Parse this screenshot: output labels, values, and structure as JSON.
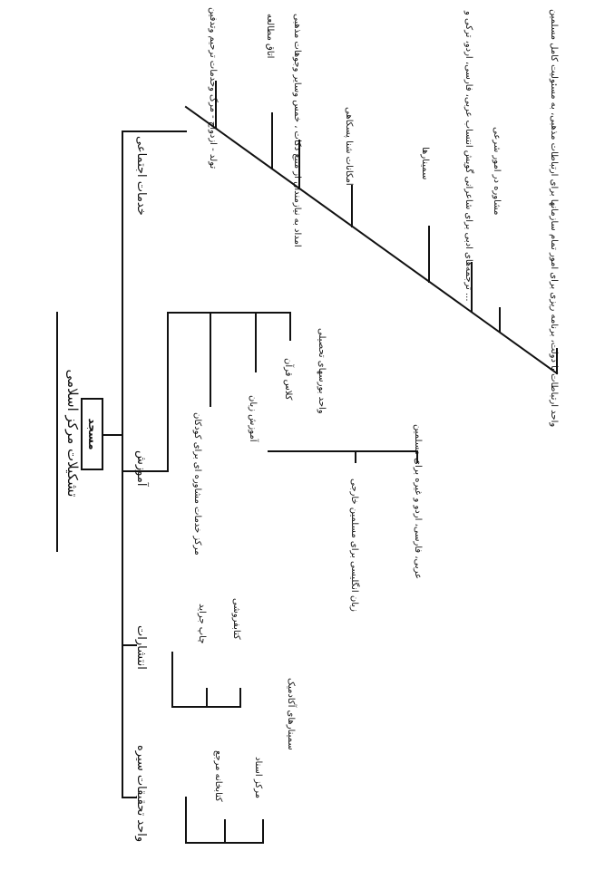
{
  "title": "تشکیلات مرکز اسلامی",
  "root": "مسجد",
  "branches": {
    "social": {
      "label": "خدمات اجتماعی",
      "items": [
        "تولد - ازدواج - مرگ وخدمات ترحیم وتدفین",
        "اتاق مطالعه",
        "امداد به نیازمندان از منبع ذکات ، خمس وسایر وجوهات مذهبی",
        "امکانات شنا پسکاهی",
        "سمینارها",
        "ترجمه‌های ادبی برای شاعرانی گویش انتساب عربی، فارسی، اردو، ترکی و ...",
        "مشاوره در امور شرعی",
        "واحد ارتباطات با دولت، برنامه ریزی برای امور تمام سازمانها برای ارتباطات مذهبی، به مسئولیت کامل مسلمین"
      ]
    },
    "education": {
      "label": "آموزش",
      "items": [
        "مرکز خدمات مشاوره ای برای کودکان",
        "آموزش زبان",
        "کلاس قرآن",
        "واحد بورسهای تحصیلی"
      ],
      "language_items": [
        "زبان انگلیسی برای مسلمین خارجی",
        "عربی، فارسی، اردو و غیره برای مسلمین"
      ]
    },
    "publications": {
      "label": "انتشارات",
      "items": [
        "چاپ جراید",
        "کتابفروشی",
        "سمینارهای آکادمیک"
      ]
    },
    "research": {
      "label": "واحد تحقیقات سیره",
      "items": [
        "کتابخانه مرجع",
        "مرکز اسناد"
      ]
    }
  }
}
